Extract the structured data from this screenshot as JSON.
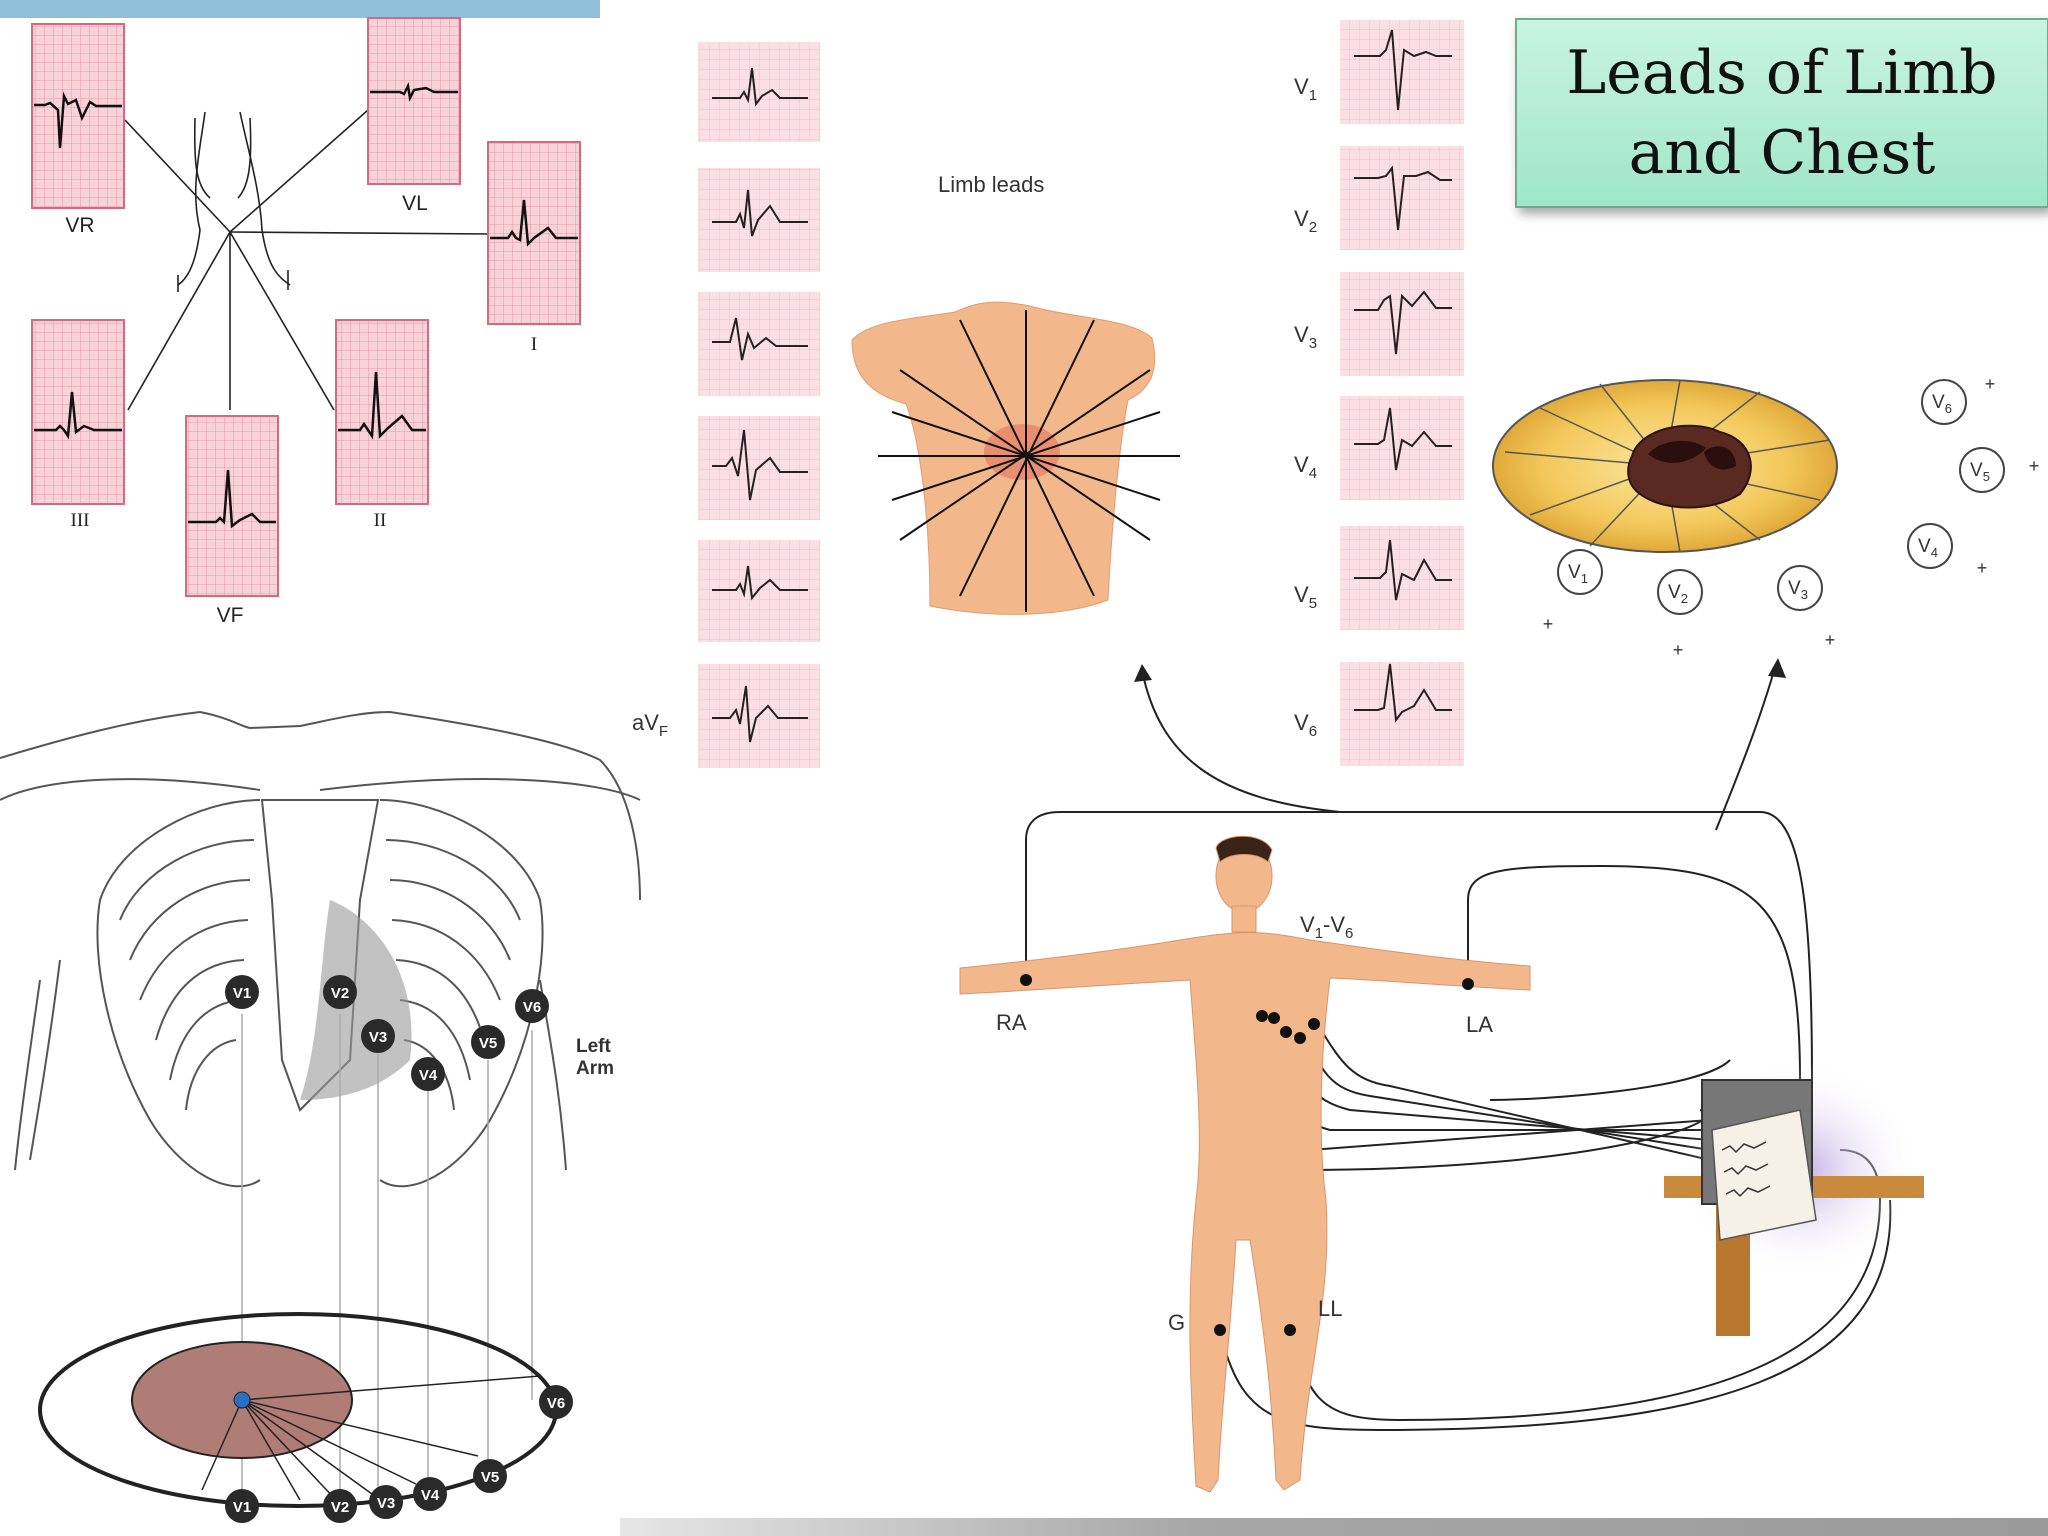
{
  "slide": {
    "title": "Leads of Limb\nand Chest"
  },
  "limb_diagram": {
    "labels": {
      "vr": "VR",
      "vl": "VL",
      "i": "I",
      "iii": "III",
      "vf": "VF",
      "ii": "II"
    }
  },
  "strip_panel": {
    "limb_leads_label": "Limb leads",
    "avf_label": "aV",
    "avf_sub": "F",
    "chest_labels": [
      {
        "main": "V",
        "sub": "1"
      },
      {
        "main": "V",
        "sub": "2"
      },
      {
        "main": "V",
        "sub": "3"
      },
      {
        "main": "V",
        "sub": "4"
      },
      {
        "main": "V",
        "sub": "5"
      },
      {
        "main": "V",
        "sub": "6"
      }
    ]
  },
  "heart_plane": {
    "circle_labels": [
      {
        "main": "V",
        "sub": "1"
      },
      {
        "main": "V",
        "sub": "2"
      },
      {
        "main": "V",
        "sub": "3"
      },
      {
        "main": "V",
        "sub": "4"
      },
      {
        "main": "V",
        "sub": "5"
      },
      {
        "main": "V",
        "sub": "6"
      }
    ],
    "plus": "+"
  },
  "chest_diagram": {
    "electrodes": [
      "V1",
      "V2",
      "V3",
      "V4",
      "V5",
      "V6"
    ],
    "left_arm_label": "Left\nArm"
  },
  "body_diagram": {
    "ra": "RA",
    "la": "LA",
    "g": "G",
    "ll": "LL",
    "v1v6_main1": "V",
    "v1v6_sub1": "1",
    "v1v6_dash": "-V",
    "v1v6_sub2": "6"
  },
  "colors": {
    "ecg_paper": "#f7c9d2",
    "ecg_grid": "#e67e8f",
    "skin": "#f2b88c",
    "title_bg": "#b7eed8",
    "heart": "#b07c76",
    "disc": "#f2c75a"
  }
}
